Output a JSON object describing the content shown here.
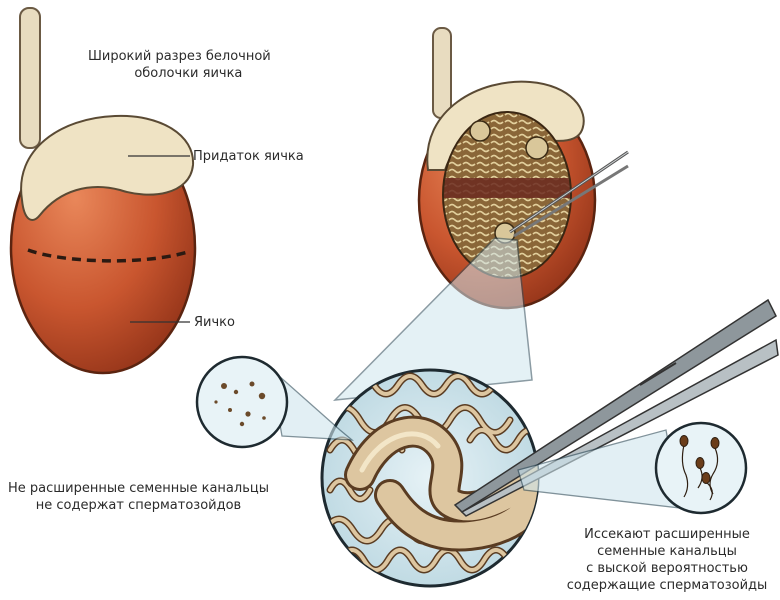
{
  "labels": {
    "wide_incision": [
      "Широкий разрез белочной",
      "оболочки яичка"
    ],
    "epididymis": "Придаток яичка",
    "testis": "Яичко",
    "non_dilated": [
      "Не расширенные семенные канальцы",
      "не содержат сперматозойдов"
    ],
    "dilated": [
      "Иссекают расширенные",
      "семенные  канальцы",
      "с выской вероятностью",
      "содержащие  сперматозойды"
    ]
  },
  "icons": {
    "left_magnifier": "empty-tubule-lumen",
    "right_magnifier": "sperm-cells",
    "tool": "microsurgical-forceps"
  },
  "colors": {
    "testis_fill": "#c9562f",
    "testis_highlight": "#e9875a",
    "epididymis": "#efe3c4",
    "tubule_fill": "#ddc6a0",
    "tubule_outline": "#5a3c22",
    "magnifier_bg": "#cfe6ee",
    "instrument": "#9aa3a8"
  }
}
